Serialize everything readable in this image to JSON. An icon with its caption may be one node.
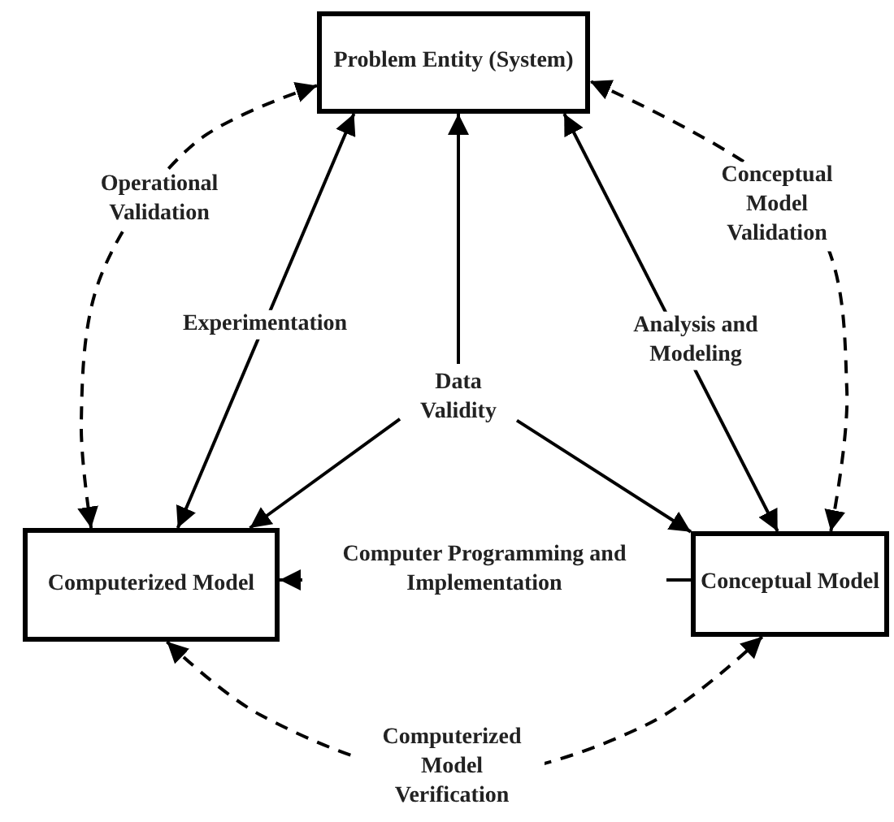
{
  "diagram": {
    "nodes": [
      {
        "text": [
          "Problem Entity (System)"
        ]
      },
      {
        "text": [
          "Computerized Model"
        ]
      },
      {
        "text": [
          "Conceptual Model"
        ]
      },
      {
        "text": [
          "Data Validity"
        ]
      }
    ],
    "edges": [
      {
        "from": 1,
        "to": 0,
        "arrow": "both",
        "label": "Experimentation"
      },
      {
        "from": 3,
        "to": 0,
        "arrow": "to"
      },
      {
        "from": 3,
        "to": 1,
        "arrow": "to"
      },
      {
        "from": 3,
        "to": 2,
        "arrow": "to"
      },
      {
        "from": 2,
        "to": 0,
        "arrow": "both",
        "label": "Analysis and Modeling"
      },
      {
        "from": 2,
        "to": 1,
        "arrow": "to",
        "label": "Computer Programming and Implementation"
      },
      {
        "from": 0,
        "to": 1,
        "arrow": "both",
        "label": "Operational Validation",
        "style": "dashed"
      },
      {
        "from": 2,
        "to": 0,
        "arrow": "both",
        "label": "Conceptual Model Validation",
        "style": "dashed"
      },
      {
        "from": 1,
        "to": 2,
        "arrow": "both",
        "label": "Computerized Model Verification",
        "style": "dashed"
      }
    ]
  }
}
